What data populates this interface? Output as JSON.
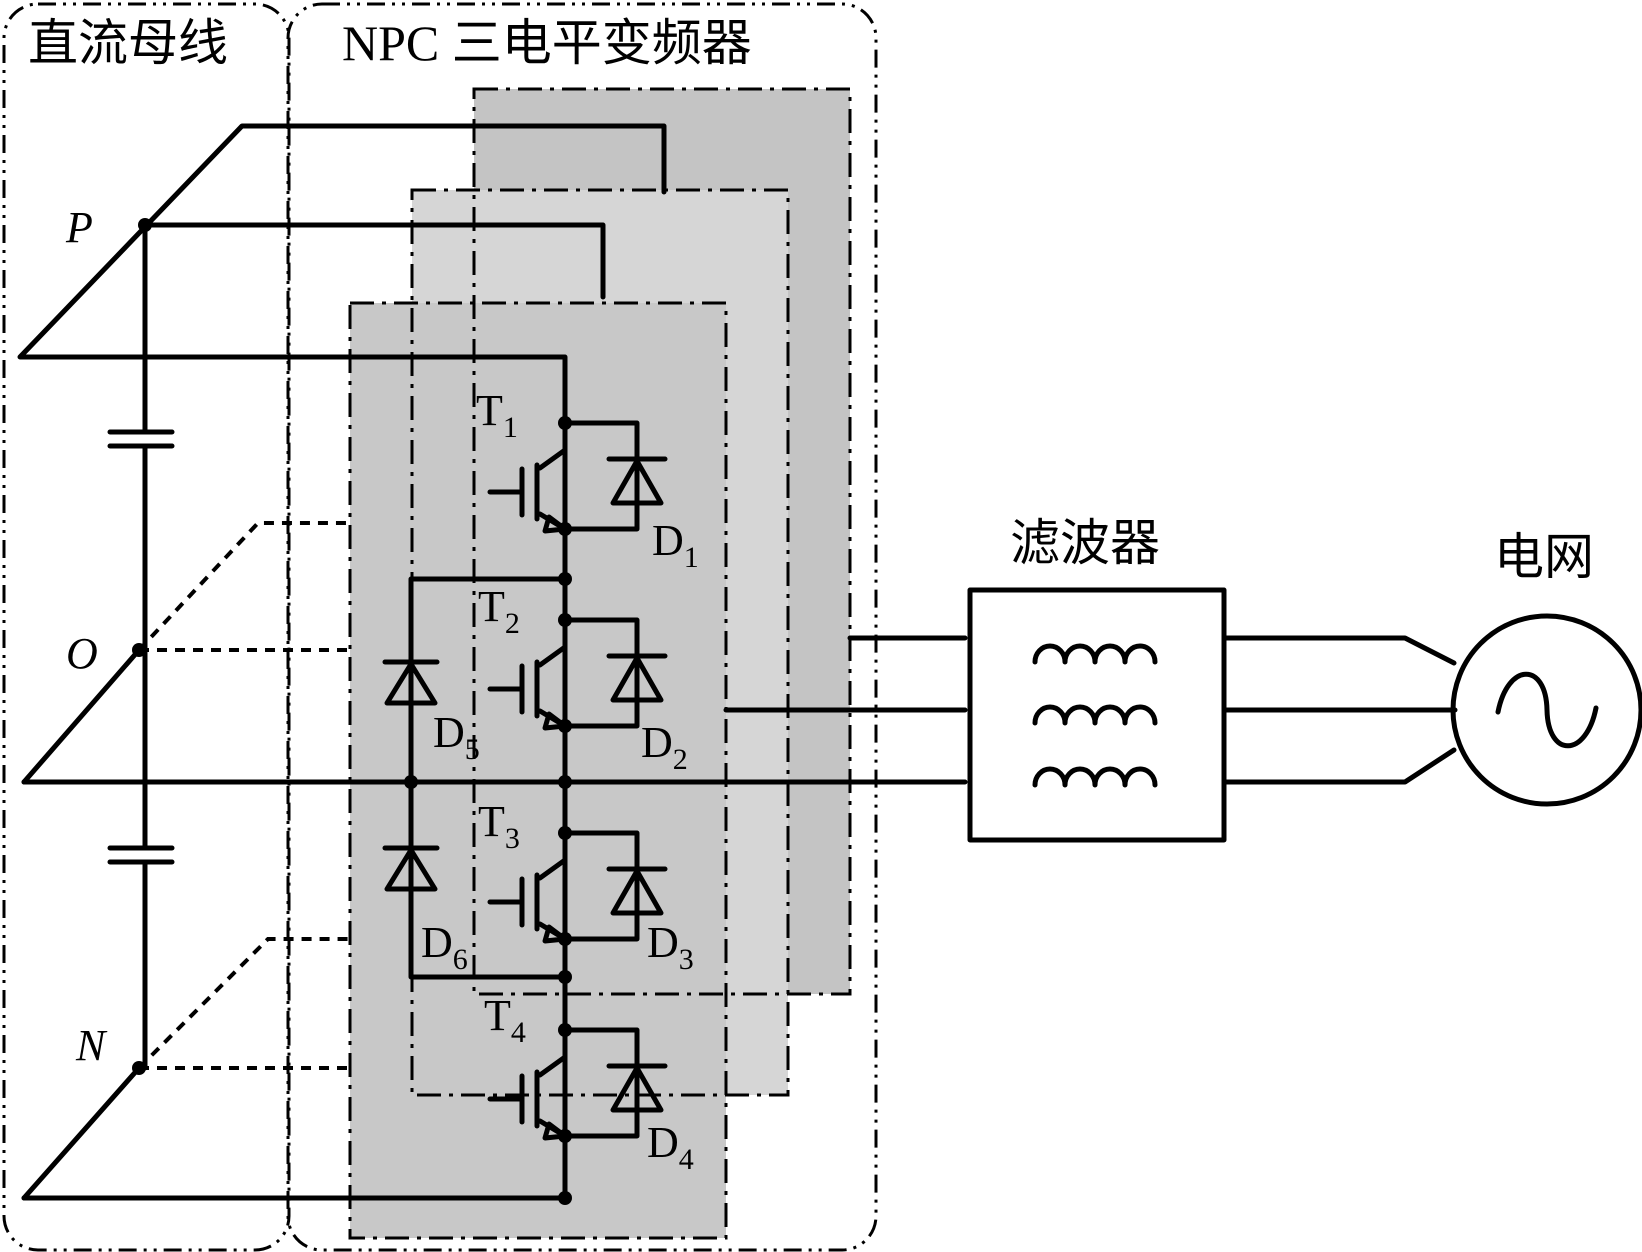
{
  "titles": {
    "dc_bus": "直流母线",
    "npc": "NPC 三电平变频器",
    "filter": "滤波器",
    "grid": "电网"
  },
  "nodes": {
    "p": "P",
    "o": "O",
    "n": "N"
  },
  "switches": [
    {
      "base": "T",
      "sub": "1"
    },
    {
      "base": "T",
      "sub": "2"
    },
    {
      "base": "T",
      "sub": "3"
    },
    {
      "base": "T",
      "sub": "4"
    }
  ],
  "diodes": [
    {
      "base": "D",
      "sub": "1"
    },
    {
      "base": "D",
      "sub": "2"
    },
    {
      "base": "D",
      "sub": "3"
    },
    {
      "base": "D",
      "sub": "4"
    },
    {
      "base": "D",
      "sub": "5"
    },
    {
      "base": "D",
      "sub": "6"
    }
  ],
  "colors": {
    "panel_front": "#c8c8c8",
    "panel_mid": "#d6d6d6",
    "panel_back": "#c4c4c4",
    "line": "#000000"
  }
}
